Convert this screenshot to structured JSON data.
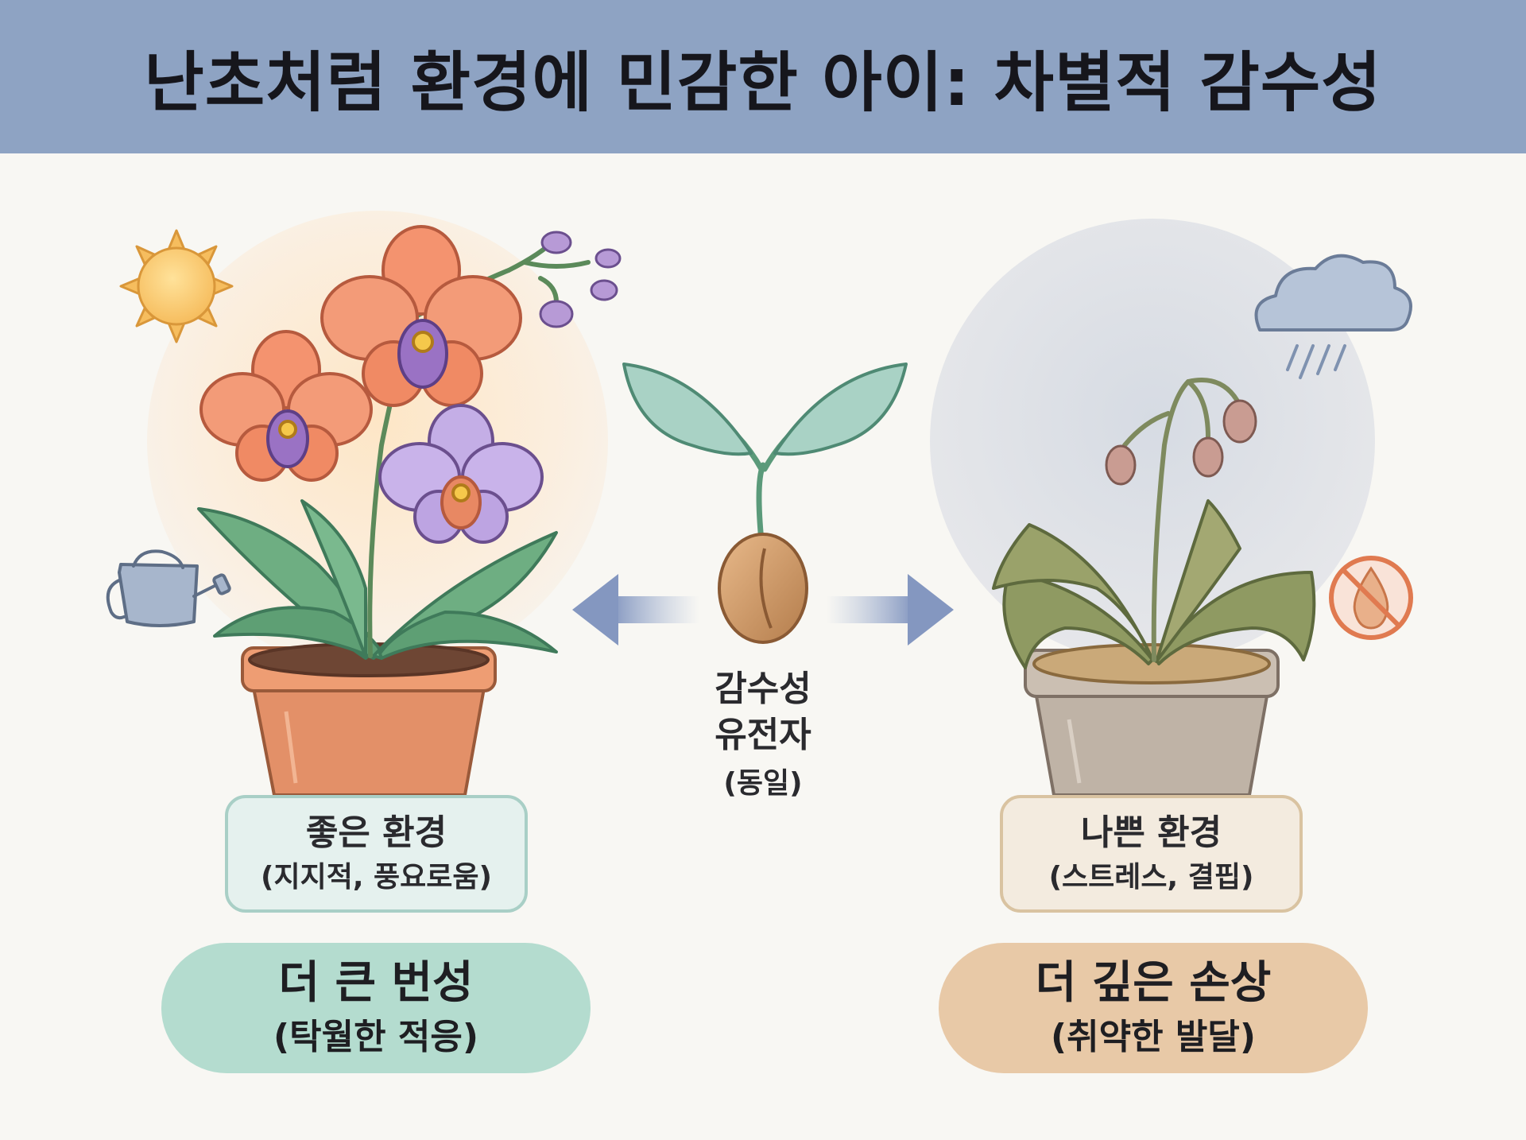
{
  "title": "난초처럼 환경에 민감한 아이: 차별적 감수성",
  "center": {
    "line1": "감수성",
    "line2": "유전자",
    "line3": "(동일)",
    "icon": "seedling-icon"
  },
  "good_env": {
    "title": "좋은 환경",
    "subtitle": "(지지적, 풍요로움)",
    "outcome_title": "더 큰 번성",
    "outcome_subtitle": "(탁월한 적응)",
    "icons": [
      "sun-icon",
      "watering-can-icon",
      "blooming-orchid-icon"
    ],
    "color": "#b4dccf"
  },
  "bad_env": {
    "title": "나쁜 환경",
    "subtitle": "(스트레스, 결핍)",
    "outcome_title": "더 깊은 손상",
    "outcome_subtitle": "(취약한 발달)",
    "icons": [
      "rain-cloud-icon",
      "no-water-icon",
      "wilted-plant-icon"
    ],
    "color": "#e8c9a7"
  }
}
